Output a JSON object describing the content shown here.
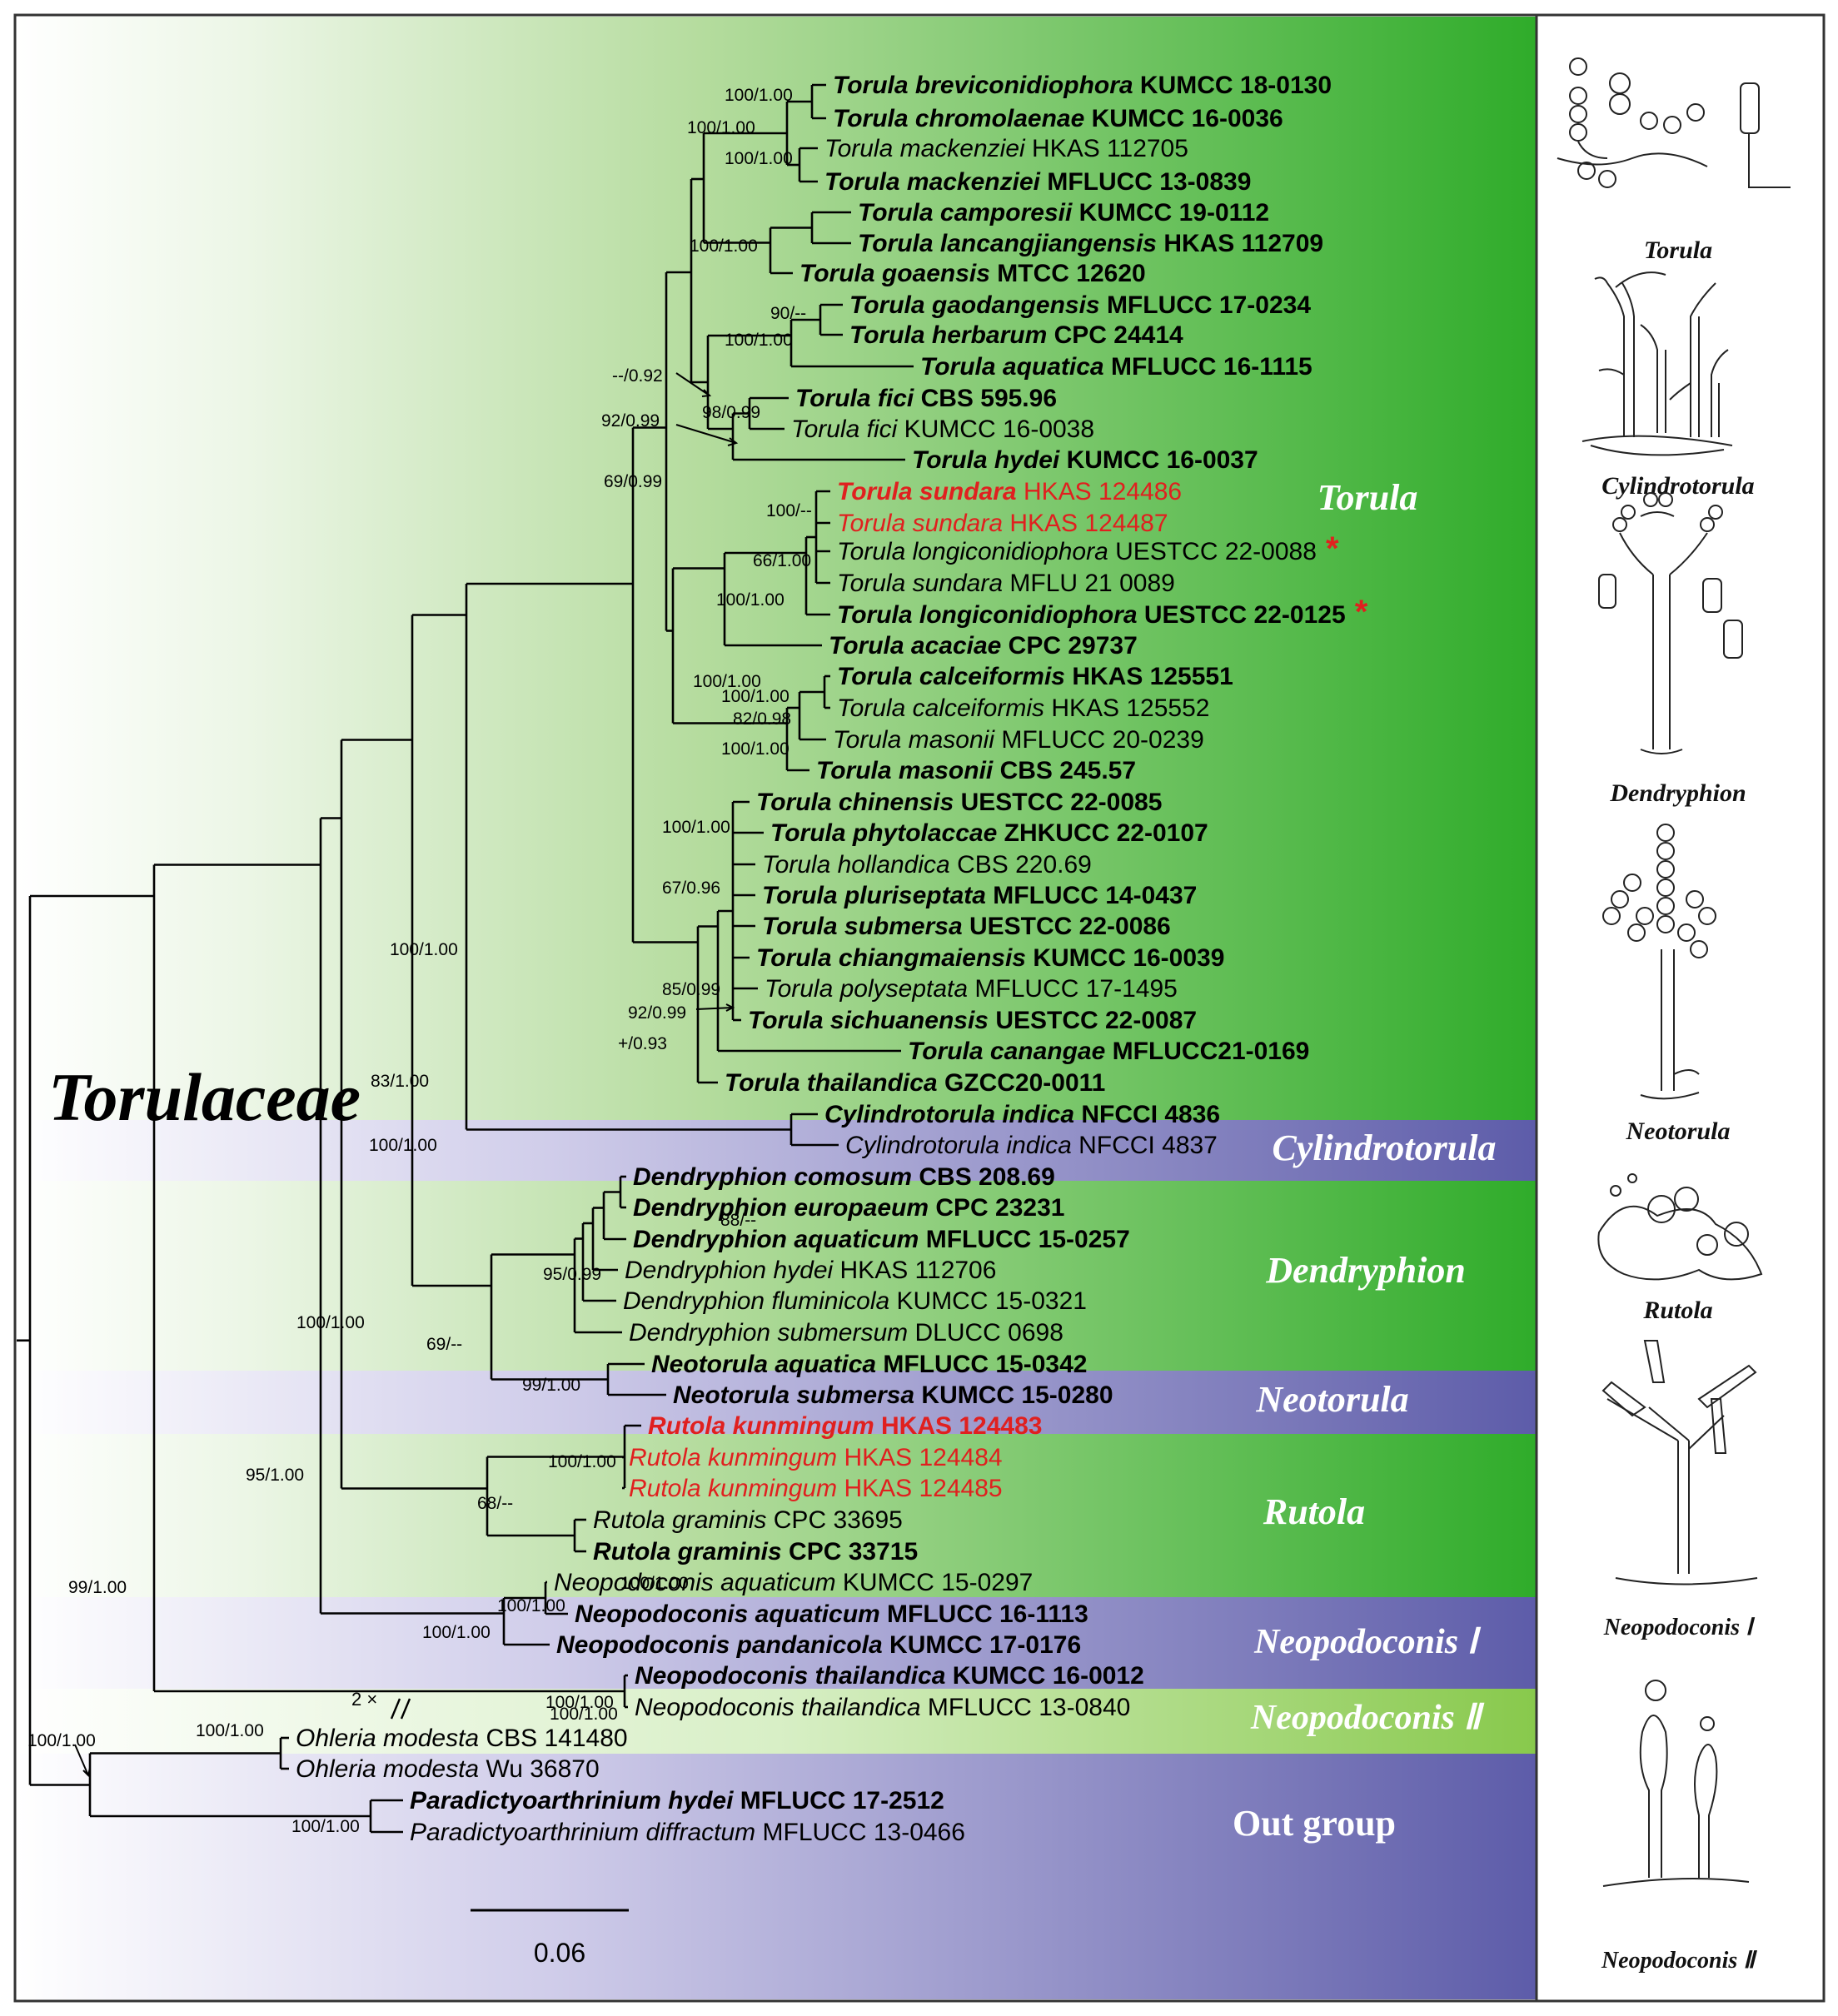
{
  "family_label": "Torulaceae",
  "scale_bar_label": "0.06",
  "break_label": "2 ×",
  "colors": {
    "green": "#3fb12f",
    "purple": "#5e5eab",
    "light_purple": "#bdbbe0",
    "red": "#e0201f",
    "branch": "#000000"
  },
  "groups": [
    {
      "id": "torula",
      "label": "Torula",
      "color": "green"
    },
    {
      "id": "cylindrotorula",
      "label": "Cylindrotorula",
      "color": "purple"
    },
    {
      "id": "dendryphion",
      "label": "Dendryphion",
      "color": "green"
    },
    {
      "id": "neotorula",
      "label": "Neotorula",
      "color": "purple"
    },
    {
      "id": "rutola",
      "label": "Rutola",
      "color": "green"
    },
    {
      "id": "neopodoconis1",
      "label": "Neopodoconis Ⅰ",
      "color": "purple"
    },
    {
      "id": "neopodoconis2",
      "label": "Neopodoconis Ⅱ",
      "color": "lightgreen"
    },
    {
      "id": "outgroup",
      "label": "Out group",
      "color": "purple"
    }
  ],
  "illustrations": [
    {
      "id": "torula",
      "caption": "Torula"
    },
    {
      "id": "cylindrotorula",
      "caption": "Cylindrotorula"
    },
    {
      "id": "dendryphion",
      "caption": "Dendryphion"
    },
    {
      "id": "neotorula",
      "caption": "Neotorula"
    },
    {
      "id": "rutola",
      "caption": "Rutola"
    },
    {
      "id": "neopodoconis1",
      "caption": "Neopodoconis Ⅰ"
    },
    {
      "id": "neopodoconis2",
      "caption": "Neopodoconis Ⅱ"
    }
  ],
  "taxa": [
    {
      "name": "Torula breviconidiophora",
      "strain": "KUMCC 18-0130",
      "bold": true,
      "red": false
    },
    {
      "name": "Torula chromolaenae",
      "strain": "KUMCC 16-0036",
      "bold": true,
      "red": false
    },
    {
      "name": "Torula mackenziei",
      "strain": "HKAS 112705",
      "bold": false,
      "red": false
    },
    {
      "name": "Torula mackenziei",
      "strain": "MFLUCC 13-0839",
      "bold": true,
      "red": false
    },
    {
      "name": "Torula camporesii",
      "strain": "KUMCC 19-0112",
      "bold": true,
      "red": false
    },
    {
      "name": "Torula lancangjiangensis",
      "strain": "HKAS 112709",
      "bold": true,
      "red": false
    },
    {
      "name": "Torula goaensis",
      "strain": "MTCC 12620",
      "bold": true,
      "red": false
    },
    {
      "name": "Torula gaodangensis",
      "strain": "MFLUCC 17-0234",
      "bold": true,
      "red": false
    },
    {
      "name": "Torula herbarum",
      "strain": "CPC 24414",
      "bold": true,
      "red": false
    },
    {
      "name": "Torula aquatica",
      "strain": "MFLUCC 16-1115",
      "bold": true,
      "red": false
    },
    {
      "name": "Torula fici",
      "strain": "CBS 595.96",
      "bold": true,
      "red": false
    },
    {
      "name": "Torula fici",
      "strain": "KUMCC 16-0038",
      "bold": false,
      "red": false
    },
    {
      "name": "Torula hydei",
      "strain": "KUMCC 16-0037",
      "bold": true,
      "red": false
    },
    {
      "name": "Torula sundara",
      "strain": "HKAS 124486",
      "bold": true,
      "red": true,
      "strain_bold": false
    },
    {
      "name": "Torula sundara",
      "strain": "HKAS 124487",
      "bold": false,
      "red": true
    },
    {
      "name": "Torula longiconidiophora",
      "strain": "UESTCC 22-0088",
      "bold": false,
      "red": false,
      "star": true
    },
    {
      "name": "Torula sundara",
      "strain": "MFLU 21 0089",
      "bold": false,
      "red": false
    },
    {
      "name": "Torula longiconidiophora",
      "strain": "UESTCC 22-0125",
      "bold": true,
      "red": false,
      "star": true
    },
    {
      "name": "Torula acaciae",
      "strain": "CPC 29737",
      "bold": true,
      "red": false
    },
    {
      "name": "Torula calceiformis",
      "strain": "HKAS 125551",
      "bold": true,
      "red": false
    },
    {
      "name": "Torula calceiformis",
      "strain": "HKAS 125552",
      "bold": false,
      "red": false
    },
    {
      "name": "Torula masonii",
      "strain": "MFLUCC 20-0239",
      "bold": false,
      "red": false
    },
    {
      "name": "Torula masonii",
      "strain": "CBS 245.57",
      "bold": true,
      "red": false
    },
    {
      "name": "Torula chinensis",
      "strain": "UESTCC 22-0085",
      "bold": true,
      "red": false
    },
    {
      "name": "Torula phytolaccae",
      "strain": "ZHKUCC 22-0107",
      "bold": true,
      "red": false
    },
    {
      "name": "Torula hollandica",
      "strain": "CBS 220.69",
      "bold": false,
      "red": false
    },
    {
      "name": "Torula pluriseptata",
      "strain": "MFLUCC 14-0437",
      "bold": true,
      "red": false
    },
    {
      "name": "Torula submersa",
      "strain": "UESTCC 22-0086",
      "bold": true,
      "red": false
    },
    {
      "name": "Torula chiangmaiensis",
      "strain": "KUMCC 16-0039",
      "bold": true,
      "red": false
    },
    {
      "name": "Torula polyseptata",
      "strain": "MFLUCC 17-1495",
      "bold": false,
      "red": false
    },
    {
      "name": "Torula sichuanensis",
      "strain": "UESTCC 22-0087",
      "bold": true,
      "red": false
    },
    {
      "name": "Torula canangae",
      "strain": "MFLUCC21-0169",
      "bold": true,
      "red": false
    },
    {
      "name": "Torula thailandica",
      "strain": "GZCC20-0011",
      "bold": true,
      "red": false
    },
    {
      "name": "Cylindrotorula indica",
      "strain": "NFCCI 4836",
      "bold": true,
      "red": false
    },
    {
      "name": "Cylindrotorula indica",
      "strain": "NFCCI 4837",
      "bold": false,
      "red": false
    },
    {
      "name": "Dendryphion comosum",
      "strain": "CBS 208.69",
      "bold": true,
      "red": false
    },
    {
      "name": "Dendryphion europaeum",
      "strain": "CPC 23231",
      "bold": true,
      "red": false
    },
    {
      "name": "Dendryphion aquaticum",
      "strain": "MFLUCC 15-0257",
      "bold": true,
      "red": false
    },
    {
      "name": "Dendryphion hydei",
      "strain": "HKAS 112706",
      "bold": false,
      "red": false
    },
    {
      "name": "Dendryphion fluminicola",
      "strain": "KUMCC 15-0321",
      "bold": false,
      "red": false
    },
    {
      "name": "Dendryphion submersum",
      "strain": "DLUCC 0698",
      "bold": false,
      "red": false
    },
    {
      "name": "Neotorula aquatica",
      "strain": "MFLUCC 15-0342",
      "bold": true,
      "red": false
    },
    {
      "name": "Neotorula submersa",
      "strain": "KUMCC 15-0280",
      "bold": true,
      "red": false
    },
    {
      "name": "Rutola kunmingum",
      "strain": "HKAS 124483",
      "bold": true,
      "red": true
    },
    {
      "name": "Rutola kunmingum",
      "strain": "HKAS 124484",
      "bold": false,
      "red": true
    },
    {
      "name": "Rutola kunmingum",
      "strain": "HKAS 124485",
      "bold": false,
      "red": true
    },
    {
      "name": "Rutola graminis",
      "strain": "CPC 33695",
      "bold": false,
      "red": false
    },
    {
      "name": "Rutola graminis",
      "strain": "CPC 33715",
      "bold": true,
      "red": false
    },
    {
      "name": "Neopodoconis aquaticum",
      "strain": "KUMCC 15-0297",
      "bold": false,
      "red": false
    },
    {
      "name": "Neopodoconis aquaticum",
      "strain": "MFLUCC 16-1113",
      "bold": true,
      "red": false
    },
    {
      "name": "Neopodoconis pandanicola",
      "strain": "KUMCC 17-0176",
      "bold": true,
      "red": false
    },
    {
      "name": "Neopodoconis thailandica",
      "strain": "KUMCC 16-0012",
      "bold": true,
      "red": false
    },
    {
      "name": "Neopodoconis thailandica",
      "strain": "MFLUCC 13-0840",
      "bold": false,
      "red": false
    },
    {
      "name": "Ohleria modesta",
      "strain": "CBS 141480",
      "bold": false,
      "red": false
    },
    {
      "name": "Ohleria modesta",
      "strain": "Wu 36870",
      "bold": false,
      "red": false
    },
    {
      "name": "Paradictyoarthrinium hydei",
      "strain": "MFLUCC 17-2512",
      "bold": true,
      "red": false
    },
    {
      "name": "Paradictyoarthrinium diffractum",
      "strain": "MFLUCC 13-0466",
      "bold": false,
      "red": false
    }
  ],
  "support_values": [
    "100/1.00",
    "100/1.00",
    "100/1.00",
    "100/1.00",
    "90/--",
    "100/1.00",
    "--/0.92",
    "98/0.99",
    "92/0.99",
    "69/0.99",
    "100/--",
    "66/1.00",
    "100/1.00",
    "100/1.00",
    "100/1.00",
    "82/0.98",
    "100/1.00",
    "100/1.00",
    "67/0.96",
    "85/0.99",
    "92/0.99",
    "+/0.93",
    "100/1.00",
    "83/1.00",
    "100/1.00",
    "88/--",
    "95/0.99",
    "69/--",
    "99/1.00",
    "100/1.00",
    "68/--",
    "100/1.00",
    "100/1.00",
    "100/1.00",
    "95/1.00",
    "99/1.00",
    "100/1.00",
    "100/1.00",
    "100/1.00",
    "100/1.00",
    "100/1.00",
    "100/1.00"
  ]
}
